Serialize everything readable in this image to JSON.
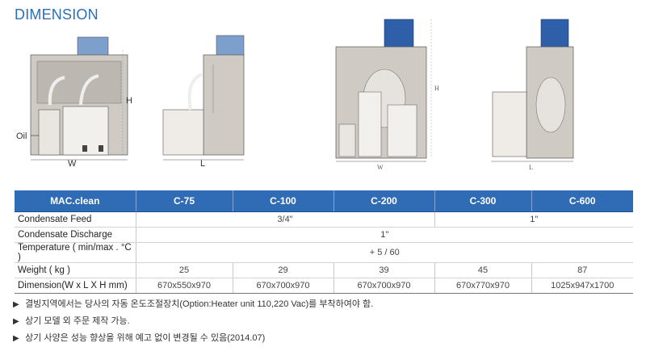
{
  "title": "DIMENSION",
  "drawing_labels": {
    "oil": "Oil",
    "w": "W",
    "h": "H",
    "l": "L"
  },
  "table": {
    "header": [
      "MAC.clean",
      "C-75",
      "C-100",
      "C-200",
      "C-300",
      "C-600"
    ],
    "rows": [
      {
        "label": "Condensate Feed",
        "span_a": "3/4\"",
        "span_b": "1\""
      },
      {
        "label": "Condensate Discharge",
        "span_all": "1\""
      },
      {
        "label": "Temperature ( min/max . °C )",
        "span_all": "+ 5 / 60"
      },
      {
        "label": "Weight ( kg )",
        "cells": [
          "25",
          "29",
          "39",
          "45",
          "87"
        ]
      },
      {
        "label": "Dimension(W x L X H mm)",
        "cells": [
          "670x550x970",
          "670x700x970",
          "670x700x970",
          "670x770x970",
          "1025x947x1700"
        ]
      }
    ]
  },
  "notes": [
    "결빙지역에서는 당사의 자동 온도조절장치(Option:Heater unit 110,220 Vac)를 부착하여야 함.",
    "상기 모델 외 주문 제작 가능.",
    "상기 사양은 성능 향상을 위해 예고 없이 변경될 수 있음(2014.07)"
  ],
  "colors": {
    "title": "#2a6fb6",
    "header_bg": "#2f6cb5",
    "unit_body": "#c9c4be",
    "motor_blue": "#2e5fa8"
  }
}
